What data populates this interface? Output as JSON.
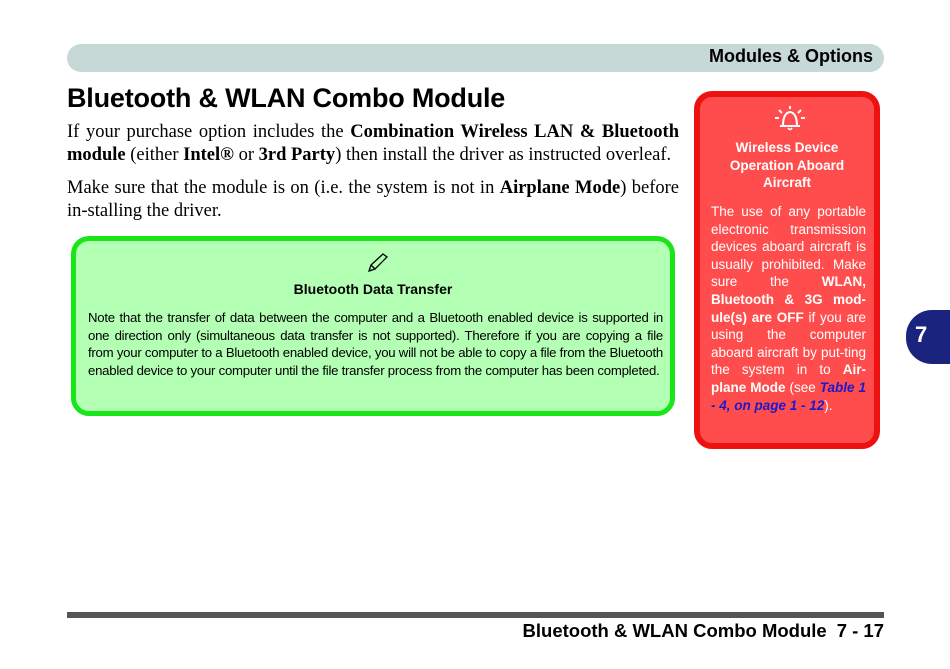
{
  "header": {
    "title": "Modules & Options"
  },
  "page_title": "Bluetooth & WLAN Combo Module",
  "para1": {
    "t1": "If your purchase option includes the ",
    "b1": "Combination Wireless LAN & Bluetooth module",
    "t2": " (either ",
    "b2": "Intel®",
    "t3": " or ",
    "b3": "3rd Party",
    "t4": ") then install the driver as instructed overleaf."
  },
  "para2": {
    "t1": "Make sure that the module is on (i.e. the system is not in ",
    "b1": "Airplane Mode",
    "t2": ") before in-stalling the driver."
  },
  "note": {
    "icon": "pencil-icon",
    "heading": "Bluetooth Data Transfer",
    "text": "Note that the transfer of data between the computer and a Bluetooth enabled device is supported in one direction only (simultaneous data transfer is not supported). Therefore if you are copying a file from your computer to a Bluetooth enabled device, you will not be able to copy a file from the Bluetooth enabled device to your computer until the file transfer process from the computer has been completed."
  },
  "warning": {
    "icon": "alert-bell-icon",
    "heading": "Wireless Device Operation Aboard Aircraft",
    "t1": "The use of any portable electronic transmission devices aboard aircraft is usually prohibited. Make sure the ",
    "b1": "WLAN, Bluetooth & 3G mod-ule(s) are OFF",
    "t2": " if you are using the computer aboard aircraft by put-ting the system in to ",
    "b2": "Air-plane Mode",
    "t3": " (see ",
    "link": "Table 1 - 4, on page 1 - 12",
    "t4": ")."
  },
  "side_tab": {
    "label": "7"
  },
  "footer": {
    "title": "Bluetooth & WLAN Combo Module",
    "page": "7  -  17"
  },
  "colors": {
    "note_bg": "#b3ffb3",
    "note_border": "#19e619",
    "warn_bg": "#ff4d4d",
    "warn_border": "#ee1111",
    "header_bar": "#c7d9d6",
    "side_tab": "#1a237e",
    "link": "#1a1acc"
  }
}
